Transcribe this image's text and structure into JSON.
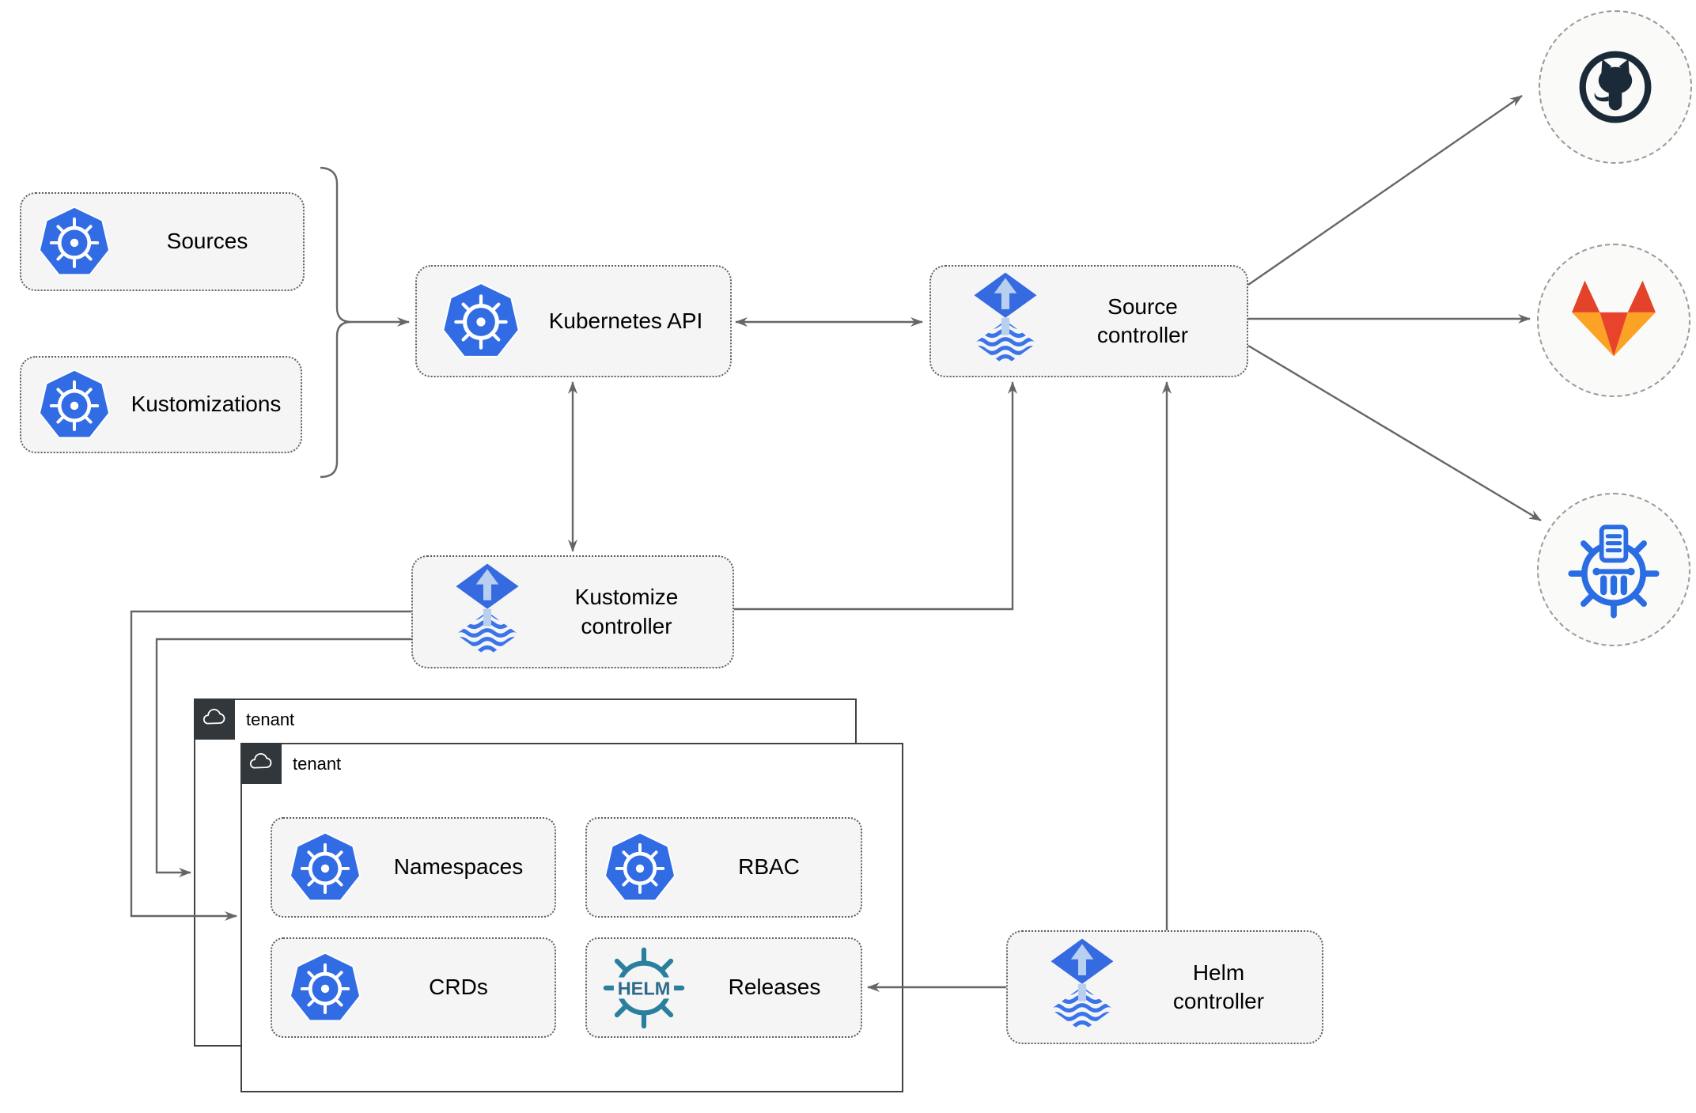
{
  "nodes": {
    "sources": {
      "label": "Sources",
      "icon": "kubernetes-icon"
    },
    "kustomizations": {
      "label": "Kustomizations",
      "icon": "kubernetes-icon"
    },
    "kubernetes_api": {
      "label": "Kubernetes API",
      "icon": "kubernetes-icon"
    },
    "source_controller": {
      "label": "Source\ncontroller",
      "icon": "flux-icon"
    },
    "kustomize_controller": {
      "label": "Kustomize\ncontroller",
      "icon": "flux-icon"
    },
    "helm_controller": {
      "label": "Helm\ncontroller",
      "icon": "flux-icon"
    },
    "namespaces": {
      "label": "Namespaces",
      "icon": "kubernetes-icon"
    },
    "rbac": {
      "label": "RBAC",
      "icon": "kubernetes-icon"
    },
    "crds": {
      "label": "CRDs",
      "icon": "kubernetes-icon"
    },
    "releases": {
      "label": "Releases",
      "icon": "helm-icon"
    }
  },
  "tenants": {
    "back": {
      "label": "tenant",
      "icon": "cloud-icon"
    },
    "front": {
      "label": "tenant",
      "icon": "cloud-icon"
    }
  },
  "external": {
    "github": {
      "icon": "github-icon"
    },
    "gitlab": {
      "icon": "gitlab-icon"
    },
    "helm_repository": {
      "icon": "chartmuseum-icon"
    }
  },
  "colors": {
    "kubernetes_blue": "#326ce5",
    "flux_blue": "#356ae0",
    "flux_wave_blue": "#3b74e8",
    "flux_arrow_light": "#b9cff0",
    "helm_teal": "#2a7f9e",
    "helm_text": "#2d6a8a",
    "chartmuseum_blue": "#2a6ce2",
    "github_dark": "#1b2a38",
    "gitlab_dark_orange": "#e24329",
    "gitlab_red_orange": "#e8432b",
    "gitlab_light_orange": "#fca326",
    "node_fill": "#f5f5f5",
    "tenant_border": "#424242",
    "badge_bg": "#32373c",
    "edge_gray": "#666666",
    "circle_fill": "#fafaf8"
  }
}
